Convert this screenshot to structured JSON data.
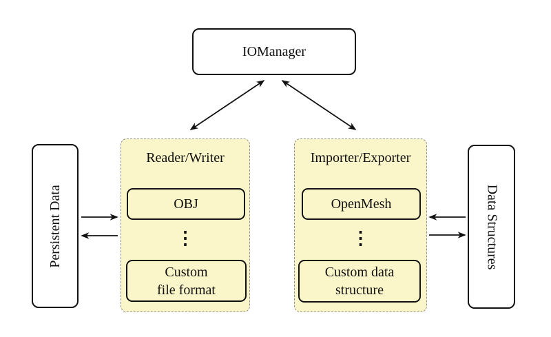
{
  "diagram": {
    "title_node": "IOManager",
    "left_side_box": "Persistent Data",
    "right_side_box": "Data Structures",
    "reader_writer_group": {
      "title": "Reader/Writer",
      "first_item": "OBJ",
      "ellipsis": "⋮",
      "last_item": "Custom\nfile format"
    },
    "importer_exporter_group": {
      "title": "Importer/Exporter",
      "first_item": "OpenMesh",
      "ellipsis": "⋮",
      "last_item": "Custom data\nstructure"
    },
    "colors": {
      "group_fill": "#fbf6c9",
      "group_dash_border": "#8f8f8f",
      "node_border": "#111111",
      "background": "#ffffff"
    }
  }
}
